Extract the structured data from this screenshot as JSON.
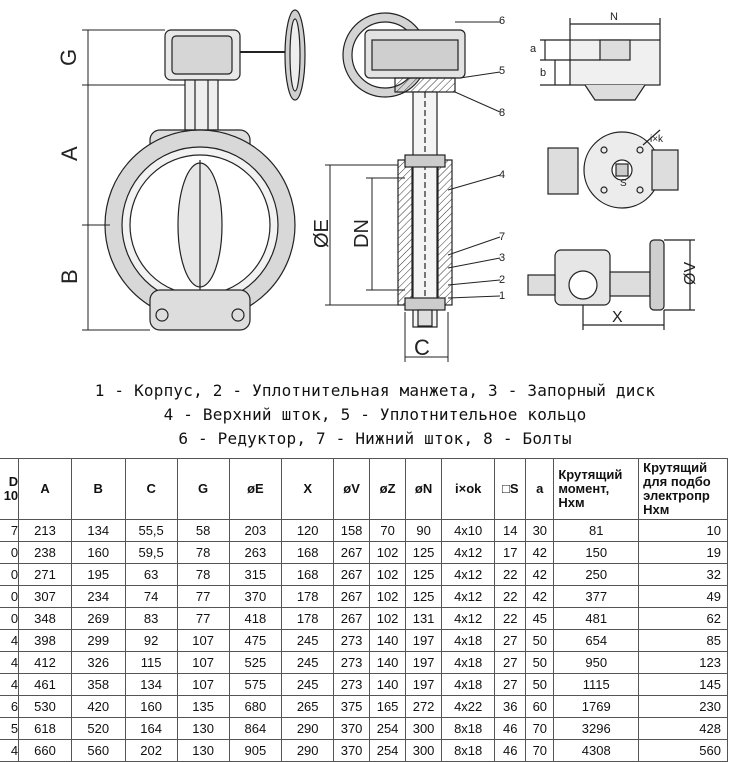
{
  "drawing": {
    "labels": {
      "G": "G",
      "A": "A",
      "B": "B",
      "E": "ØE",
      "DN": "DN",
      "C": "C",
      "N": "N",
      "a": "a",
      "b": "b",
      "ixk": "i×k",
      "S": "S",
      "V": "ØV",
      "X": "X"
    },
    "callouts": [
      "1",
      "2",
      "3",
      "4",
      "5",
      "6",
      "7",
      "8"
    ]
  },
  "legend": [
    "1 - Корпус, 2 - Уплотнительная манжета, 3 - Запорный диск",
    "4 - Верхний шток, 5 - Уплотнительное кольцо",
    "6 - Редуктор, 7 - Нижний шток, 8 - Болты"
  ],
  "table": {
    "headers": [
      "D\n10",
      "A",
      "B",
      "C",
      "G",
      "øE",
      "X",
      "øV",
      "øZ",
      "øN",
      "i×ok",
      "□S",
      "a",
      "Крутящий момент, Нхм",
      "Крутящий для подбо электропр Нхм"
    ],
    "rows": [
      [
        "7",
        "213",
        "134",
        "55,5",
        "58",
        "203",
        "120",
        "158",
        "70",
        "90",
        "4x10",
        "14",
        "30",
        "81",
        "10"
      ],
      [
        "0",
        "238",
        "160",
        "59,5",
        "78",
        "263",
        "168",
        "267",
        "102",
        "125",
        "4x12",
        "17",
        "42",
        "150",
        "19"
      ],
      [
        "0",
        "271",
        "195",
        "63",
        "78",
        "315",
        "168",
        "267",
        "102",
        "125",
        "4x12",
        "22",
        "42",
        "250",
        "32"
      ],
      [
        "0",
        "307",
        "234",
        "74",
        "77",
        "370",
        "178",
        "267",
        "102",
        "125",
        "4x12",
        "22",
        "42",
        "377",
        "49"
      ],
      [
        "0",
        "348",
        "269",
        "83",
        "77",
        "418",
        "178",
        "267",
        "102",
        "131",
        "4x12",
        "22",
        "45",
        "481",
        "62"
      ],
      [
        "4",
        "398",
        "299",
        "92",
        "107",
        "475",
        "245",
        "273",
        "140",
        "197",
        "4x18",
        "27",
        "50",
        "654",
        "85"
      ],
      [
        "4",
        "412",
        "326",
        "115",
        "107",
        "525",
        "245",
        "273",
        "140",
        "197",
        "4x18",
        "27",
        "50",
        "950",
        "123"
      ],
      [
        "4",
        "461",
        "358",
        "134",
        "107",
        "575",
        "245",
        "273",
        "140",
        "197",
        "4x18",
        "27",
        "50",
        "1115",
        "145"
      ],
      [
        "6",
        "530",
        "420",
        "160",
        "135",
        "680",
        "265",
        "375",
        "165",
        "272",
        "4x22",
        "36",
        "60",
        "1769",
        "230"
      ],
      [
        "5",
        "618",
        "520",
        "164",
        "130",
        "864",
        "290",
        "370",
        "254",
        "300",
        "8x18",
        "46",
        "70",
        "3296",
        "428"
      ],
      [
        "4",
        "660",
        "560",
        "202",
        "130",
        "905",
        "290",
        "370",
        "254",
        "300",
        "8x18",
        "46",
        "70",
        "4308",
        "560"
      ]
    ]
  }
}
